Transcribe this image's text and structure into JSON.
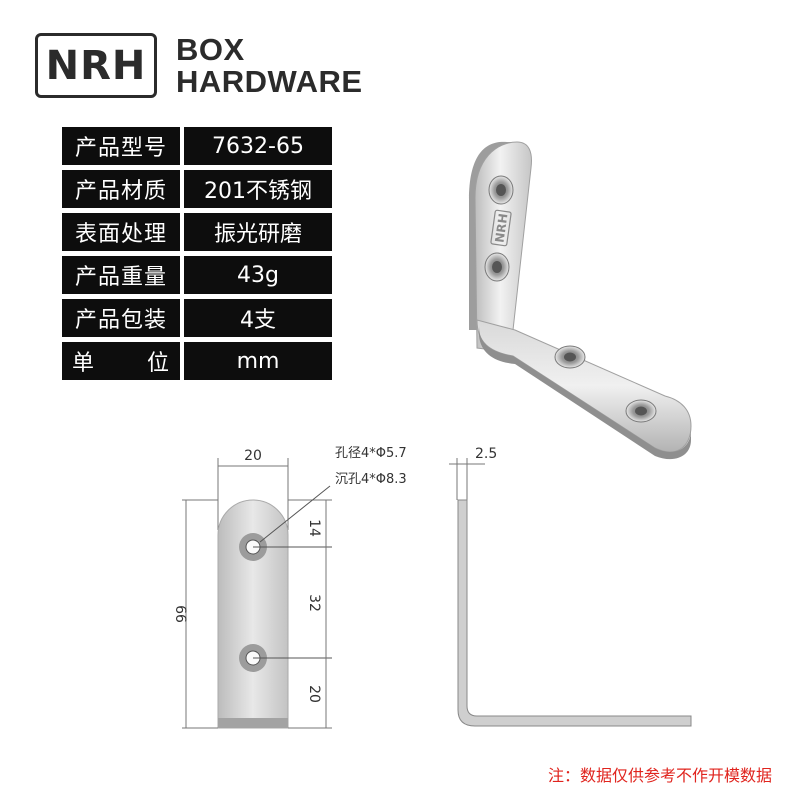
{
  "brand": {
    "logo_text": "NRH",
    "name_line1": "BOX",
    "name_line2": "HARDWARE"
  },
  "specs": [
    {
      "label": "产品型号",
      "value": "7632-65"
    },
    {
      "label": "产品材质",
      "value": "201不锈钢"
    },
    {
      "label": "表面处理",
      "value": "振光研磨"
    },
    {
      "label": "产品重量",
      "value": "43g"
    },
    {
      "label": "产品包装",
      "value": "4支"
    },
    {
      "label_chars": [
        "单",
        "位"
      ],
      "value": "mm"
    }
  ],
  "product_stamp": "NRH",
  "drawing": {
    "width_dim": "20",
    "height_dim": "66",
    "dim_top": "14",
    "dim_middle": "32",
    "dim_bottom": "20",
    "thickness_dim": "2.5",
    "hole_note": "孔径4*Φ5.7",
    "countersink_note": "沉孔4*Φ8.3"
  },
  "colors": {
    "table_bg": "#0d0d0d",
    "note_red": "#e0241e",
    "steel_light": "#e6e6e6",
    "steel_dark": "#a9a9a9"
  },
  "footnote": "注：数据仅供参考不作开模数据"
}
